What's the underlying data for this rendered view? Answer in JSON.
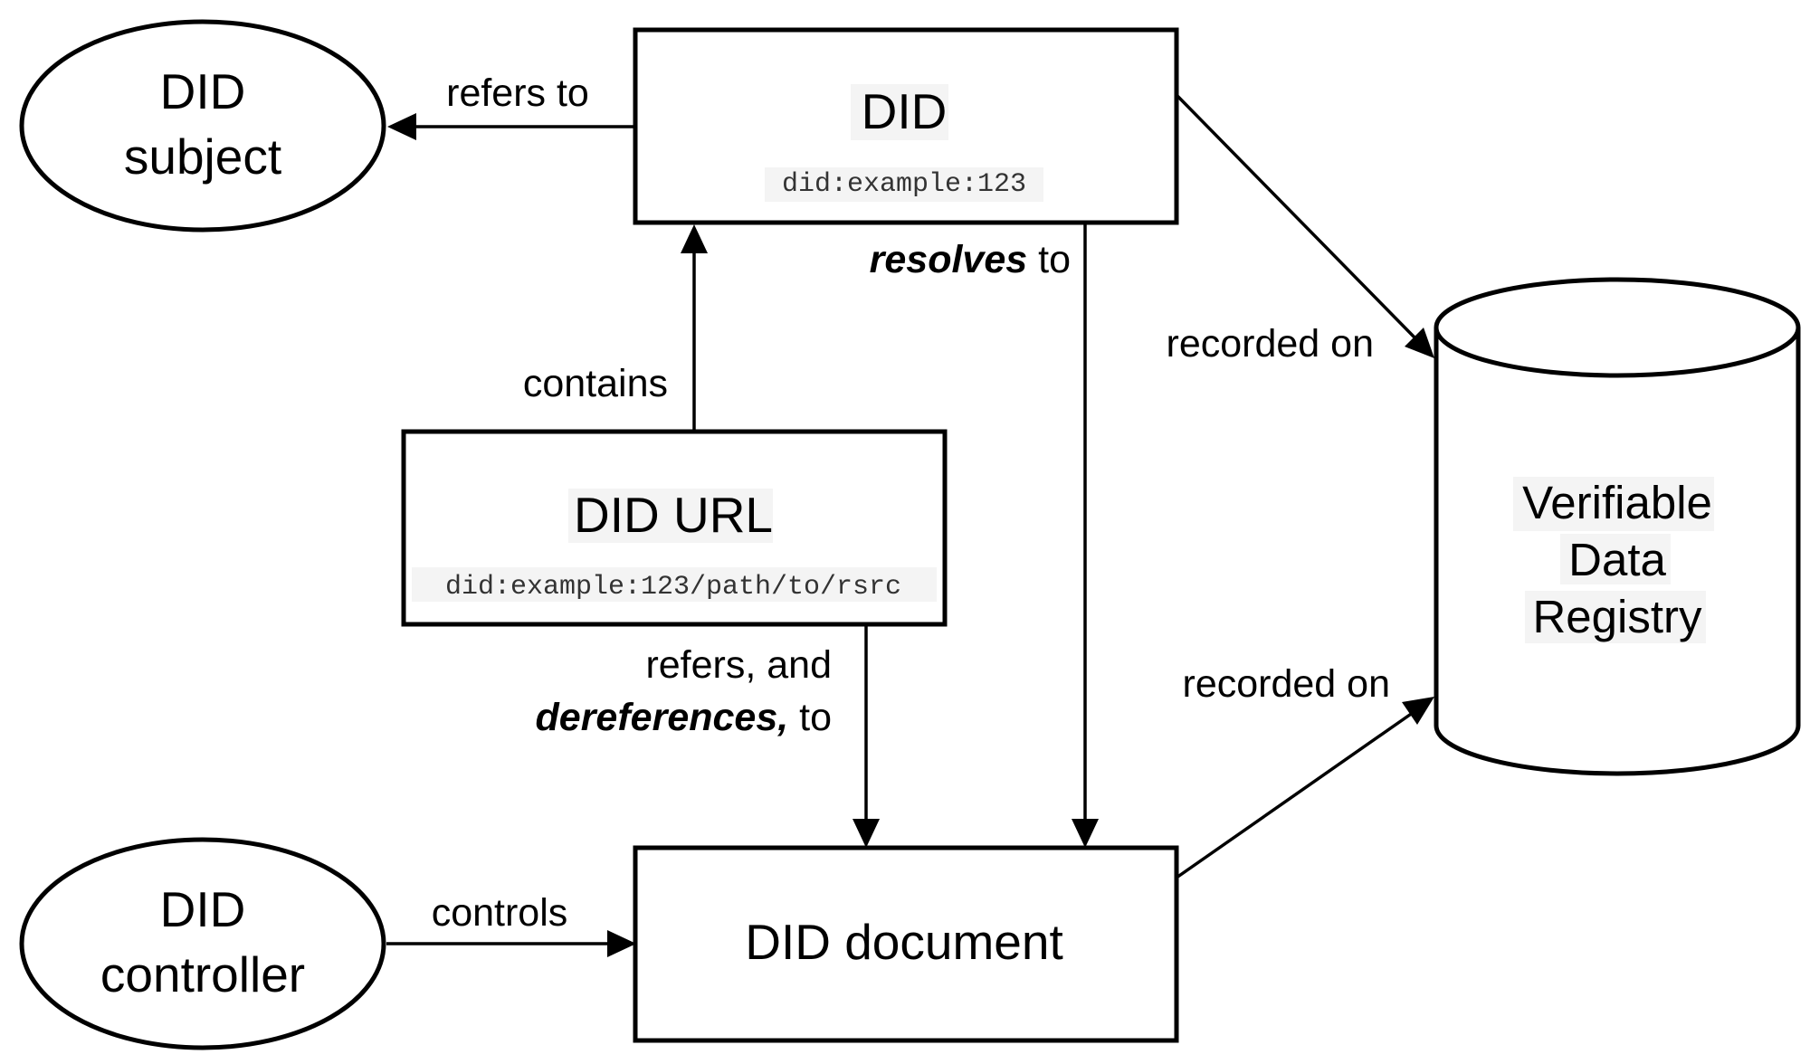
{
  "nodes": {
    "did_subject": {
      "line1": "DID",
      "line2": "subject"
    },
    "did": {
      "title": "DID",
      "example": "did:example:123"
    },
    "did_url": {
      "title": "DID URL",
      "example": "did:example:123/path/to/rsrc"
    },
    "did_controller": {
      "line1": "DID",
      "line2": "controller"
    },
    "did_document": {
      "title": "DID document"
    },
    "registry": {
      "line1": "Verifiable",
      "line2": "Data",
      "line3": "Registry"
    }
  },
  "edges": {
    "refers_to": "refers to",
    "contains": "contains",
    "resolves_bold": "resolves",
    "resolves_rest": " to",
    "recorded_on_did": "recorded on",
    "recorded_on_document": "recorded on",
    "refers_and": "refers, and",
    "dereferences_bold": "dereferences,",
    "dereferences_rest": " to",
    "controls": "controls"
  }
}
